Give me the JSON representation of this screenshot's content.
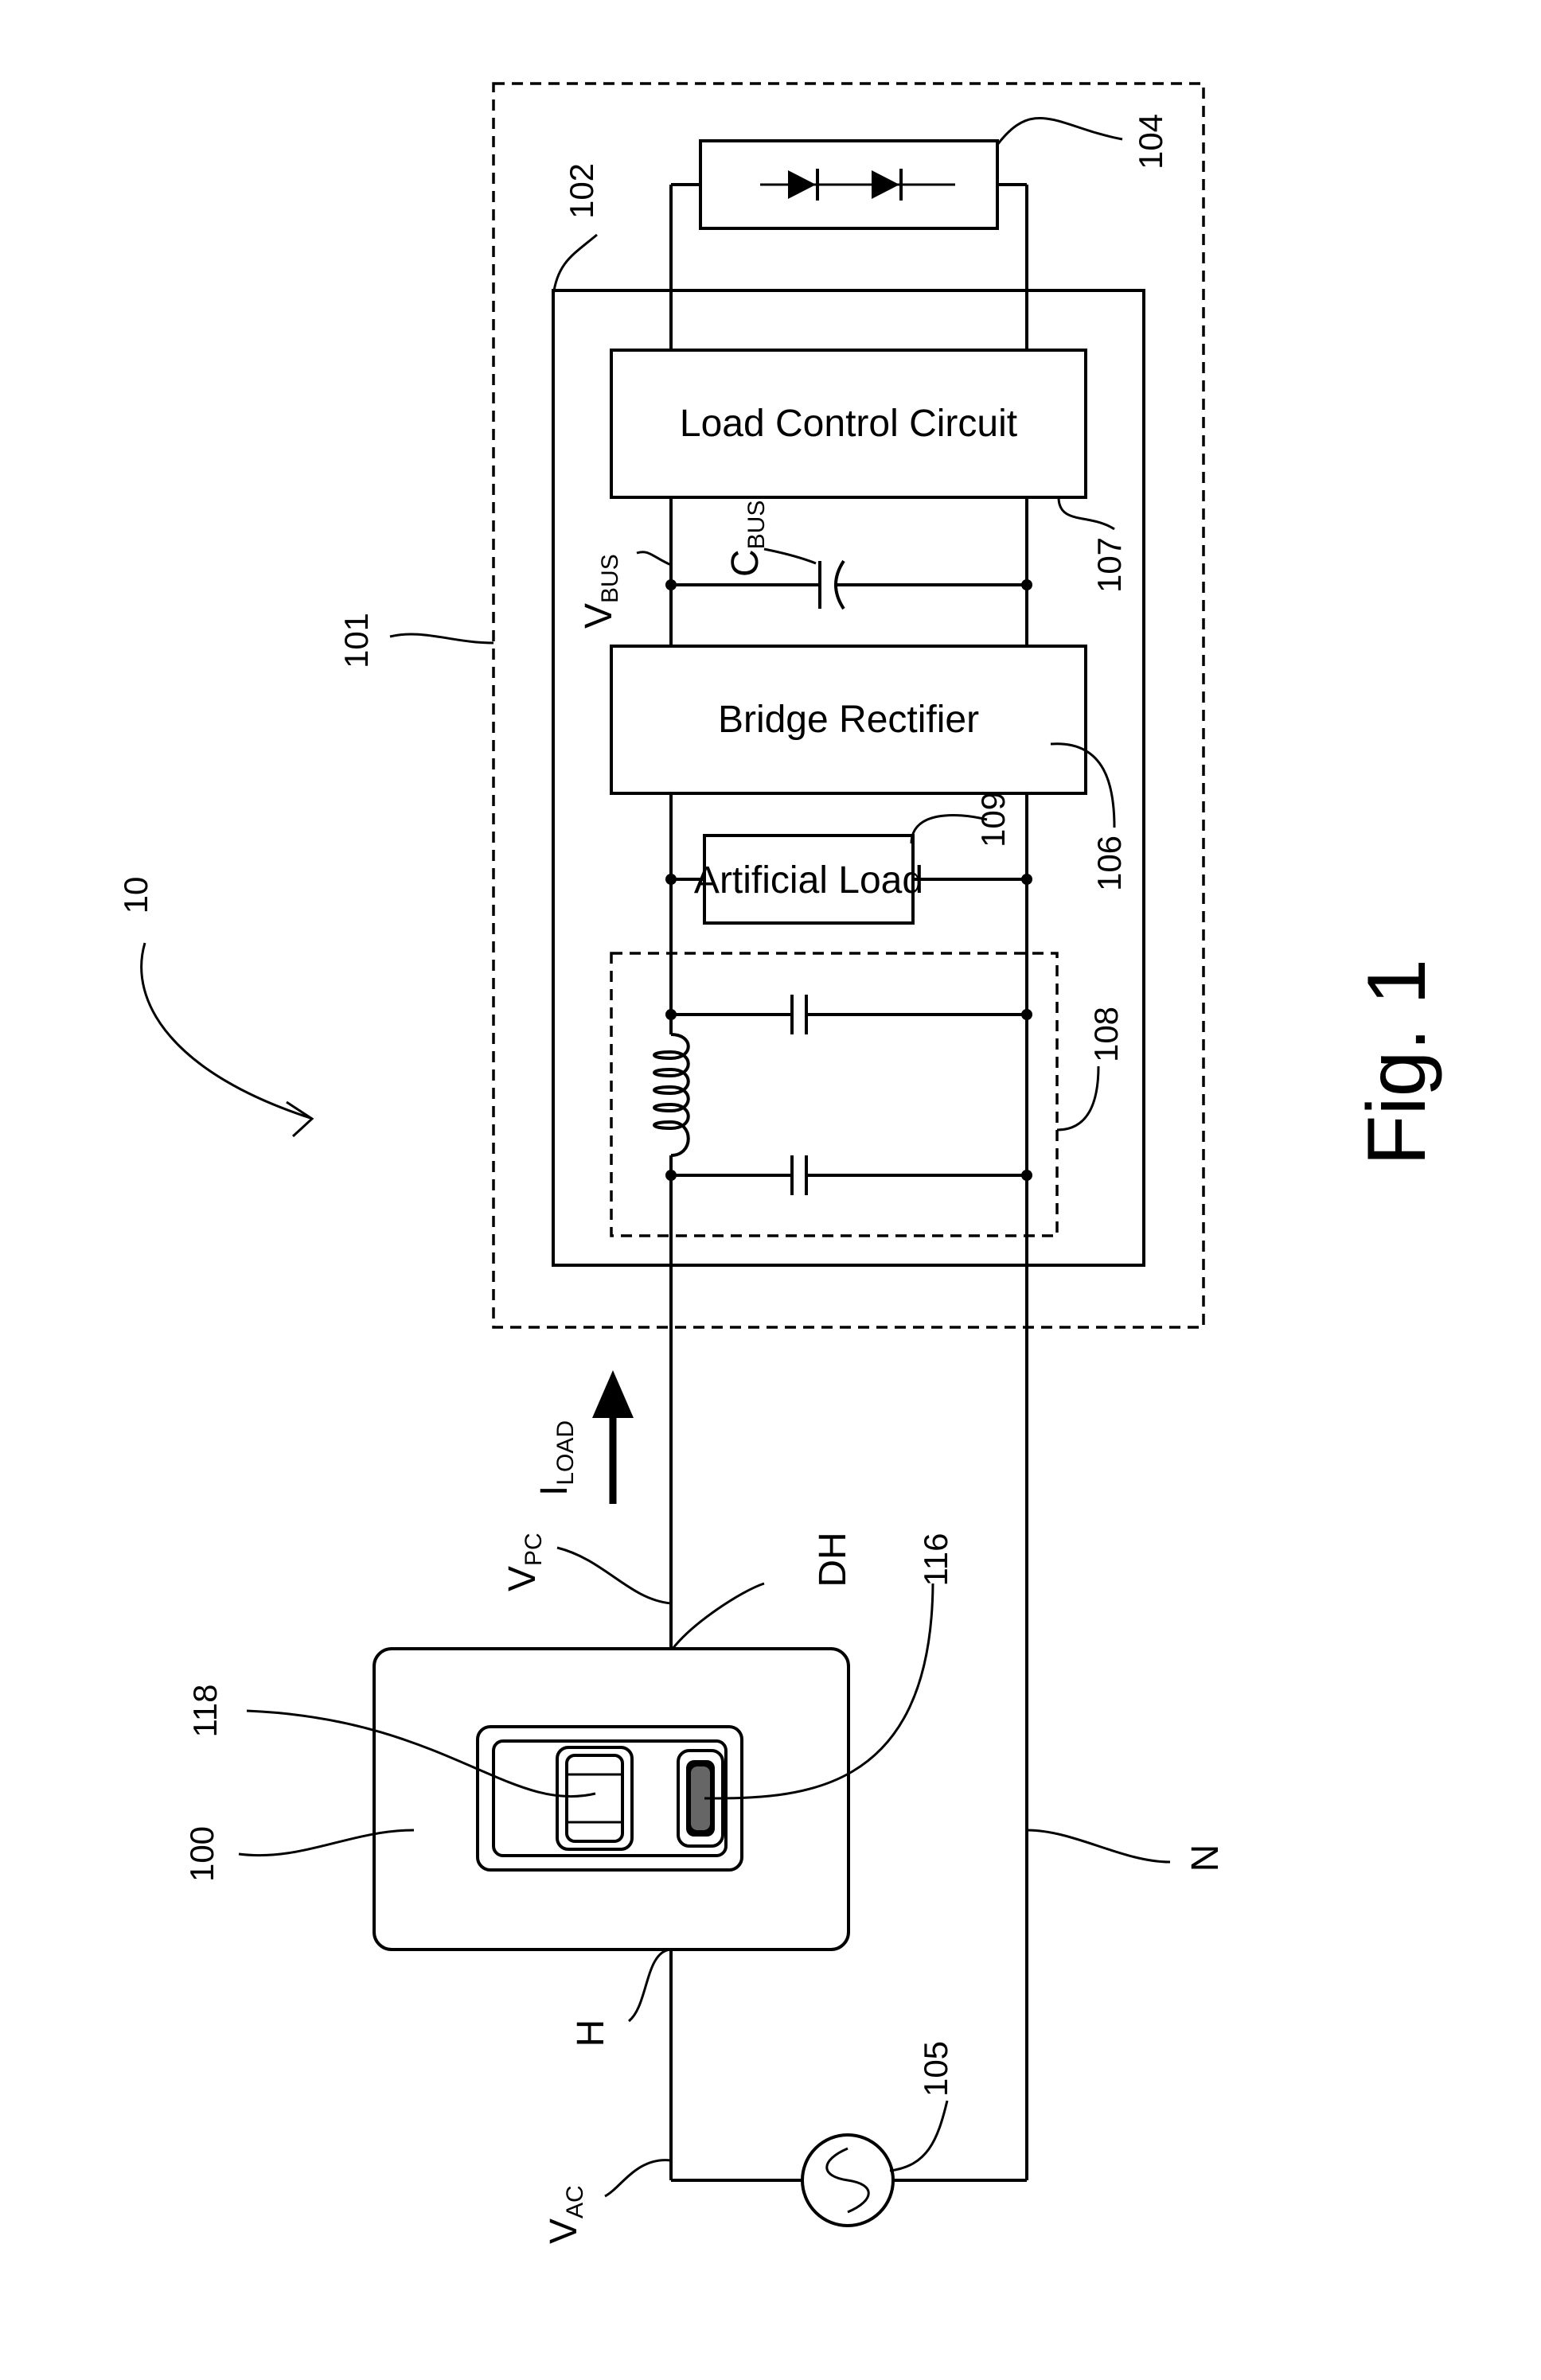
{
  "figure": {
    "caption": "Fig. 1",
    "system_ref": "10"
  },
  "refs": {
    "dimmer": "100",
    "load_device": "101",
    "load_regulation": "102",
    "led_light_source": "104",
    "ac_source": "105",
    "bridge_rectifier": "106",
    "load_control": "107",
    "emi_filter": "108",
    "artificial_load": "109",
    "toggle_actuator": "116",
    "intensity_actuator": "118"
  },
  "blocks": {
    "load_control_circuit": "Load Control Circuit",
    "bridge_rectifier": "Bridge Rectifier",
    "artificial_load": "Artificial Load"
  },
  "terminals": {
    "hot": "H",
    "dimmed_hot": "DH",
    "neutral": "N"
  },
  "signals": {
    "vac": {
      "main": "V",
      "sub": "AC"
    },
    "vpc": {
      "main": "V",
      "sub": "PC"
    },
    "vbus": {
      "main": "V",
      "sub": "BUS"
    },
    "cbus": {
      "main": "C",
      "sub": "BUS"
    },
    "iload": {
      "main": "I",
      "sub": "LOAD"
    }
  }
}
